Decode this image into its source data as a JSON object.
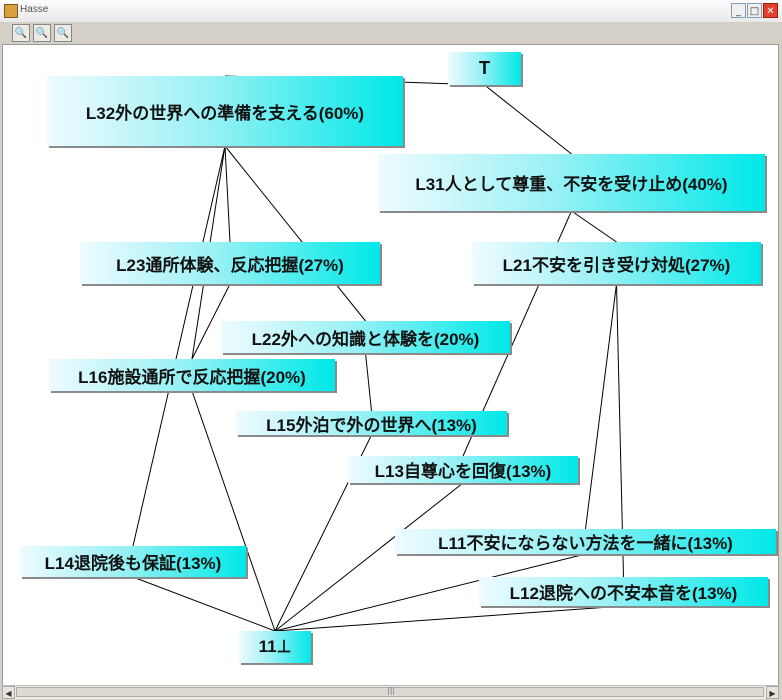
{
  "window": {
    "title": "Hasse"
  },
  "title_controls": {
    "minimize": "_",
    "maximize": "□",
    "close": "✕"
  },
  "toolbar": {
    "buttons": [
      {
        "icon": "zoom-in-icon",
        "glyph": "🔍"
      },
      {
        "icon": "zoom-out-icon",
        "glyph": "🔍"
      },
      {
        "icon": "zoom-reset-icon",
        "glyph": "🔍"
      }
    ]
  },
  "diagram": {
    "nodes": [
      {
        "id": "T",
        "label": "T"
      },
      {
        "id": "L32",
        "label": "L32外の世界への準備を支える(60%)"
      },
      {
        "id": "L31",
        "label": "L31人として尊重、不安を受け止め(40%)"
      },
      {
        "id": "L23",
        "label": "L23通所体験、反応把握(27%)"
      },
      {
        "id": "L21",
        "label": "L21不安を引き受け対処(27%)"
      },
      {
        "id": "L22",
        "label": "L22外への知識と体験を(20%)"
      },
      {
        "id": "L16",
        "label": "L16施設通所で反応把握(20%)"
      },
      {
        "id": "L15",
        "label": "L15外泊で外の世界へ(13%)"
      },
      {
        "id": "L13",
        "label": "L13自尊心を回復(13%)"
      },
      {
        "id": "L11",
        "label": "L11不安にならない方法を一緒に(13%)"
      },
      {
        "id": "L14",
        "label": "L14退院後も保証(13%)"
      },
      {
        "id": "L12",
        "label": "L12退院への不安本音を(13%)"
      },
      {
        "id": "BOT",
        "label": "11⊥"
      }
    ],
    "edges": [
      [
        "T",
        "L32"
      ],
      [
        "T",
        "L31"
      ],
      [
        "L32",
        "L23"
      ],
      [
        "L32",
        "L22"
      ],
      [
        "L32",
        "L16"
      ],
      [
        "L32",
        "L14"
      ],
      [
        "L31",
        "L21"
      ],
      [
        "L31",
        "L13"
      ],
      [
        "L23",
        "L16"
      ],
      [
        "L22",
        "L15"
      ],
      [
        "L21",
        "L11"
      ],
      [
        "L21",
        "L12"
      ],
      [
        "L16",
        "BOT"
      ],
      [
        "L15",
        "BOT"
      ],
      [
        "L13",
        "BOT"
      ],
      [
        "L11",
        "BOT"
      ],
      [
        "L14",
        "BOT"
      ],
      [
        "L12",
        "BOT"
      ]
    ]
  },
  "scrollbar": {
    "left_arrow": "◀",
    "right_arrow": "▶",
    "grip": "|||"
  }
}
